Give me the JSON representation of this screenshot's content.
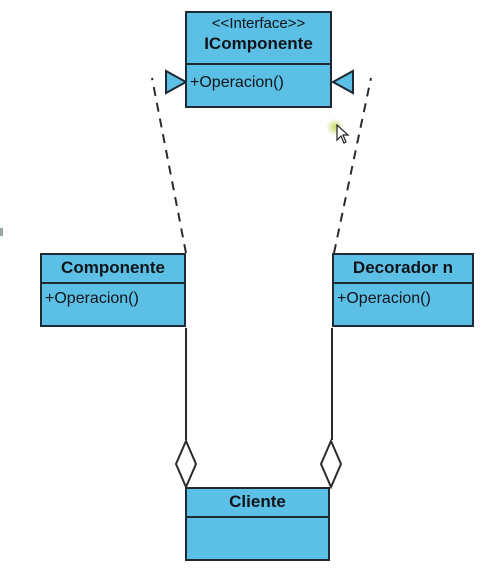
{
  "diagram": {
    "interface_box": {
      "stereotype": "<<Interface>>",
      "name": "IComponente",
      "operation": "+Operacion()"
    },
    "componente_box": {
      "name": "Componente",
      "operation": "+Operacion()"
    },
    "decorador_box": {
      "name": "Decorador n",
      "operation": "+Operacion()"
    },
    "cliente_box": {
      "name": "Cliente"
    },
    "relations": [
      {
        "from": "Componente",
        "to": "IComponente",
        "kind": "realization"
      },
      {
        "from": "Decorador n",
        "to": "IComponente",
        "kind": "realization"
      },
      {
        "from": "Componente",
        "to": "Cliente",
        "kind": "aggregation"
      },
      {
        "from": "Decorador n",
        "to": "Cliente",
        "kind": "aggregation"
      }
    ]
  },
  "colors": {
    "box_fill": "#5bbfe6",
    "box_border": "#1f2a33",
    "line": "#2b2b2b"
  }
}
